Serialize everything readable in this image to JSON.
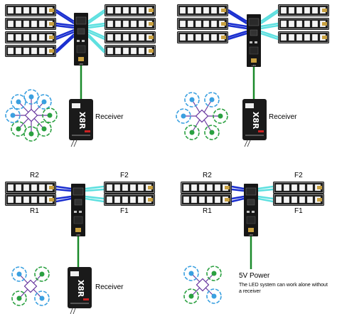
{
  "panels": [
    {
      "id": "octocopter",
      "receiver_label": "Receiver"
    },
    {
      "id": "hexacopter",
      "receiver_label": "Receiver"
    },
    {
      "id": "quad-with-receiver",
      "receiver_label": "Receiver",
      "strip_labels": {
        "rear_top": "R2",
        "rear_bottom": "R1",
        "front_top": "F2",
        "front_bottom": "F1"
      }
    },
    {
      "id": "quad-standalone",
      "strip_labels": {
        "rear_top": "R2",
        "rear_bottom": "R1",
        "front_top": "F2",
        "front_bottom": "F1"
      },
      "power_label": "5V Power",
      "note": "The LED system can work alone without a receiver"
    }
  ],
  "colors": {
    "strip_front": "#5ee0e0",
    "strip_rear": "#1a2fd0",
    "signal_wire": "#1a8a2a",
    "motor_cw": "#3aa0e0",
    "motor_ccw": "#2aa040",
    "frame": "#6a3aa0"
  }
}
